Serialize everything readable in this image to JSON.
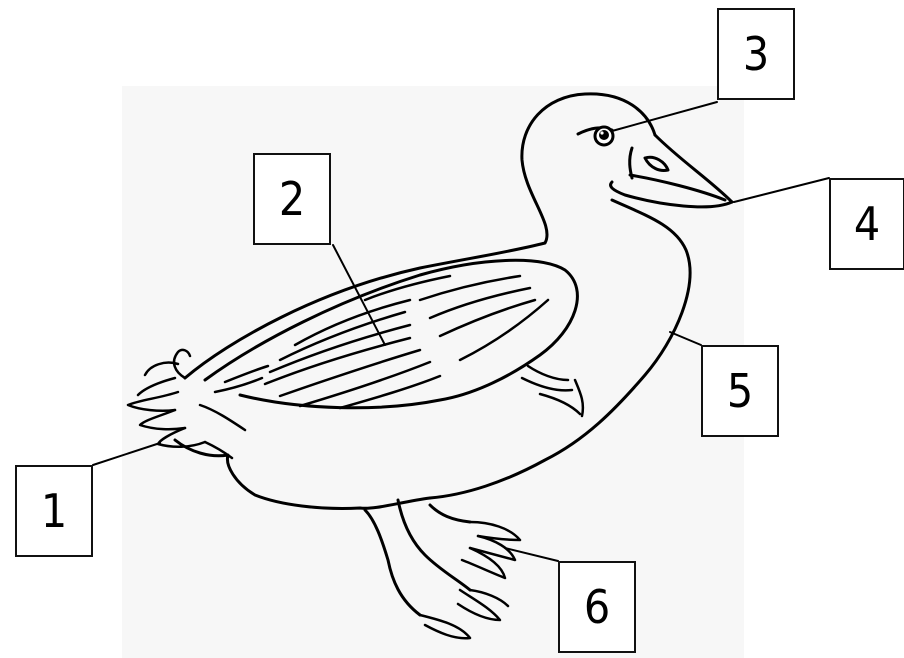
{
  "labels": [
    {
      "id": "1",
      "part": "tail"
    },
    {
      "id": "2",
      "part": "wing"
    },
    {
      "id": "3",
      "part": "eye"
    },
    {
      "id": "4",
      "part": "beak"
    },
    {
      "id": "5",
      "part": "breast"
    },
    {
      "id": "6",
      "part": "webbed-foot"
    }
  ],
  "colors": {
    "ink": "#000000",
    "background": "#ffffff",
    "panel": "#f7f7f7"
  }
}
